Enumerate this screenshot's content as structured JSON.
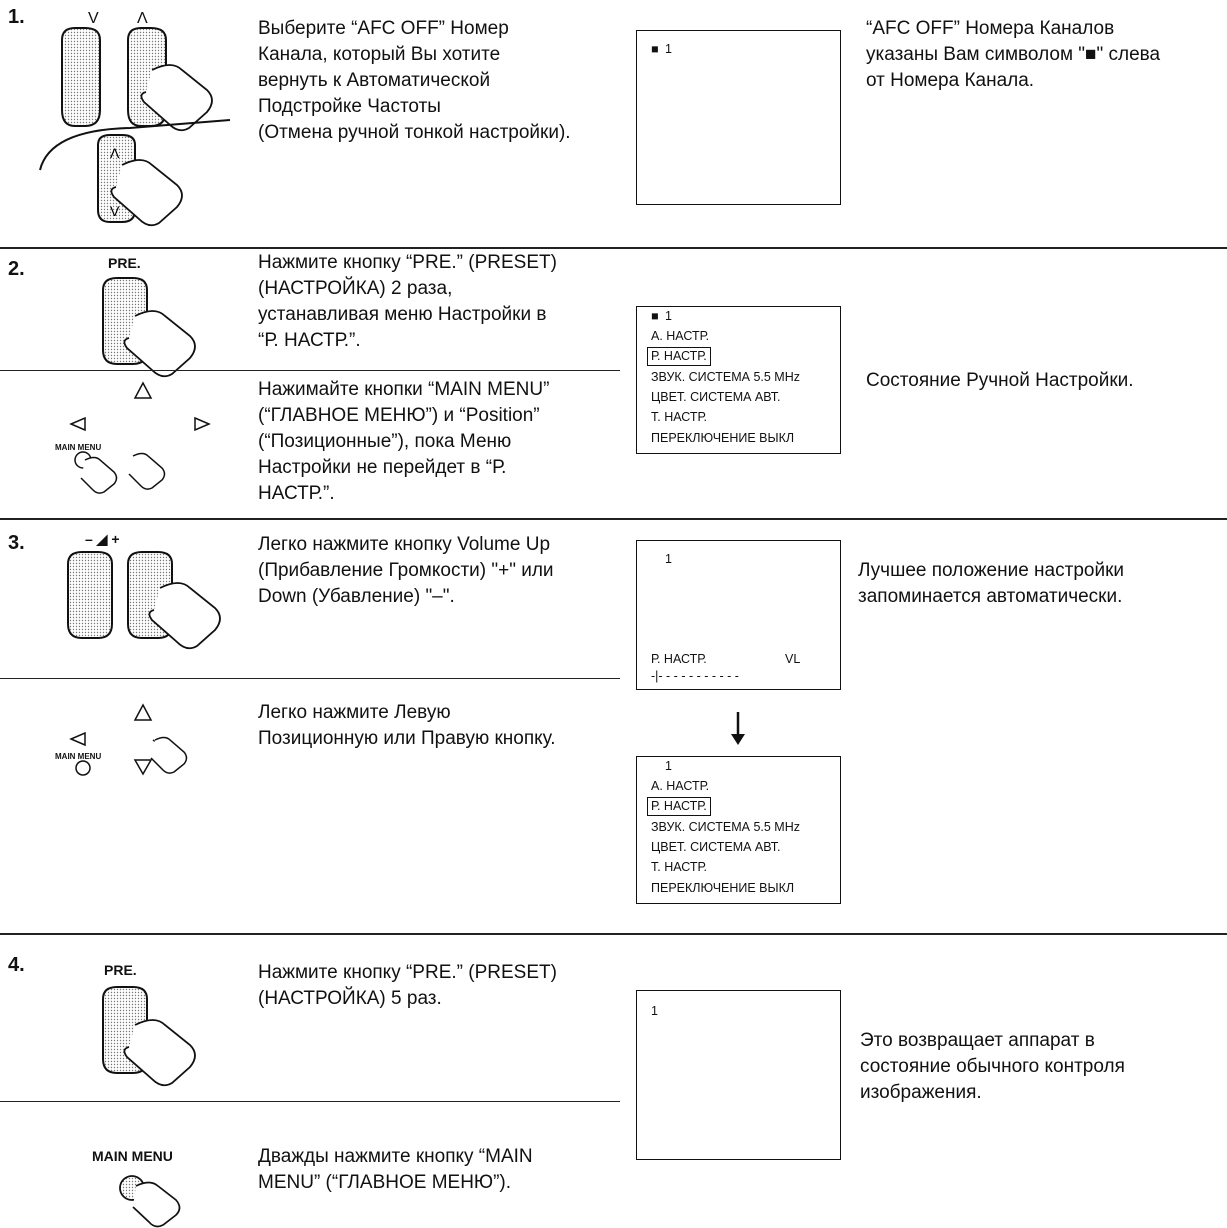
{
  "steps": [
    {
      "number": "1.",
      "instruction": "Выберите “AFC OFF” Номер\nКанала, который Вы хотите\nвернуть к Автоматической\nПодстройке Частоты\n(Отмена ручной тонкой настройки).",
      "screen": {
        "marker": "■",
        "channel": "1"
      },
      "note": "“AFC OFF” Номера Каналов\nуказаны Вам символом \"■\" слева\nот Номера Канала.",
      "buttons": {
        "down": "V",
        "up": "Λ"
      }
    },
    {
      "number": "2.",
      "button_label": "PRE.",
      "instruction_a": "Нажмите кнопку “PRE.” (PRESET)\n(НАСТРОЙКА) 2 раза,\nустанавливая меню Настройки в\n“Р. НАСТР.”.",
      "instruction_b": "Нажимайте кнопки “MAIN MENU”\n(“ГЛАВНОЕ МЕНЮ”) и “Position”\n(“Позиционные”), пока Меню\nНастройки не перейдет в “Р.\nНАСТР.”.",
      "main_menu_label": "MAIN MENU",
      "screen": {
        "marker": "■",
        "channel": "1",
        "menu": [
          "А. НАСТР.",
          "Р. НАСТР.",
          "ЗВУК. СИСТЕМА 5.5 MHz",
          "ЦВЕТ. СИСТЕМА АВТ.",
          "Т. НАСТР.",
          "ПЕРЕКЛЮЧЕНИЕ ВЫКЛ"
        ],
        "selected": "Р. НАСТР."
      },
      "note": "Состояние Ручной Настройки."
    },
    {
      "number": "3.",
      "volume_label": "– ◢ +",
      "instruction_a": "Легко нажмите кнопку Volume Up\n(Прибавление Громкости) \"+\" или\nDown (Убавление) \"–\".",
      "instruction_b": "Легко нажмите Левую\nПозиционную или Правую кнопку.",
      "main_menu_label": "MAIN MENU",
      "screen_a": {
        "channel": "1",
        "mode": "Р. НАСТР.",
        "level_label": "VL",
        "scale": "-|- - - - - - - - - - -"
      },
      "screen_b": {
        "channel": "1",
        "menu": [
          "А. НАСТР.",
          "Р. НАСТР.",
          "ЗВУК. СИСТЕМА 5.5 MHz",
          "ЦВЕТ. СИСТЕМА АВТ.",
          "Т. НАСТР.",
          "ПЕРЕКЛЮЧЕНИЕ ВЫКЛ"
        ],
        "selected": "Р. НАСТР."
      },
      "note": "Лучшее положение настройки\nзапоминается автоматически."
    },
    {
      "number": "4.",
      "button_label": "PRE.",
      "instruction_a": "Нажмите кнопку “PRE.” (PRESET)\n(НАСТРОЙКА) 5 раз.",
      "instruction_b": "Дважды нажмите кнопку “MAIN\nMENU” (“ГЛАВНОЕ МЕНЮ”).",
      "main_menu_label": "MAIN MENU",
      "screen": {
        "channel": "1"
      },
      "note": "Это возвращает аппарат в\nсостояние обычного контроля\nизображения."
    }
  ]
}
